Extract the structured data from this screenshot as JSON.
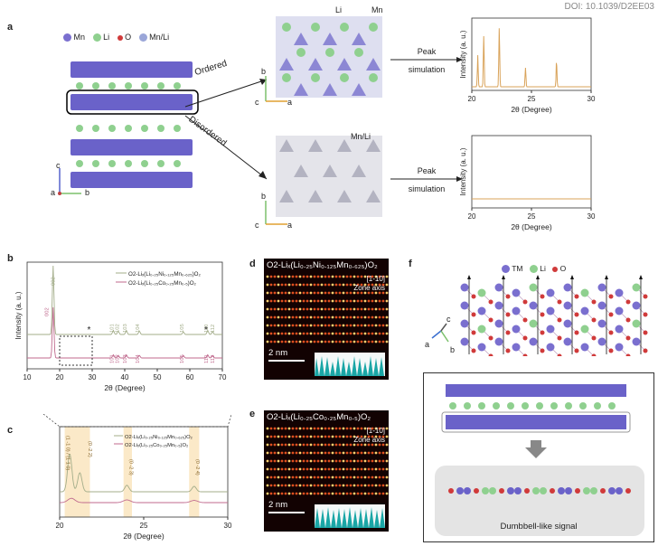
{
  "doi": "DOI: 10.1039/D2EE03",
  "panels": {
    "a": "a",
    "b": "b",
    "c": "c",
    "d": "d",
    "e": "e",
    "f": "f"
  },
  "panel_a": {
    "legend": [
      "Mn",
      "Li",
      "O",
      "Mn/Li"
    ],
    "ordered": "Ordered",
    "disordered": "Disordered",
    "peak_sim": [
      "Peak",
      "simulation"
    ],
    "struct_labels": {
      "li": "Li",
      "mn": "Mn",
      "mnli": "Mn/Li"
    },
    "axes": {
      "a": "a",
      "b": "b",
      "c": "c"
    }
  },
  "panel_d": {
    "formula": "O2-Liₓ(Li₀.₂₅Ni₀.₁₂₅Mn₀.₆₂₅)O₂",
    "zone1": "[1-10]",
    "zone2": "Zone axis",
    "scale": "2 nm"
  },
  "panel_e": {
    "formula": "O2-Liₓ(Li₀.₂₅Co₀.₂₅Mn₀.₅)O₂",
    "zone1": "[1-10]",
    "zone2": "Zone axis",
    "scale": "2 nm"
  },
  "panel_f": {
    "legend": [
      "TM",
      "Li",
      "O"
    ],
    "axes": {
      "a": "a",
      "b": "b",
      "c": "c"
    },
    "dumbbell": "Dumbbell-like signal"
  },
  "chart_data": [
    {
      "id": "a-ordered",
      "type": "line",
      "ylabel": "Intensity (a. u.)",
      "xlabel": "2θ (Degree)",
      "xlim": [
        20,
        30
      ],
      "xticks": [
        20,
        25,
        30
      ],
      "series": [
        {
          "color": "#d9a35a",
          "peaks": [
            [
              20.5,
              0.5
            ],
            [
              21.0,
              0.8
            ],
            [
              22.3,
              0.95
            ],
            [
              24.5,
              0.3
            ],
            [
              27.1,
              0.42
            ]
          ]
        }
      ]
    },
    {
      "id": "a-disordered",
      "type": "line",
      "ylabel": "Intensity (a. u.)",
      "xlabel": "2θ (Degree)",
      "xlim": [
        20,
        30
      ],
      "xticks": [
        20,
        25,
        30
      ],
      "series": [
        {
          "color": "#d9a35a",
          "peaks": []
        }
      ]
    },
    {
      "id": "b",
      "type": "line",
      "ylabel": "Intensity (a. u.)",
      "xlabel": "2θ (Degree)",
      "xlim": [
        10,
        70
      ],
      "xticks": [
        10,
        20,
        30,
        40,
        50,
        60,
        70
      ],
      "legend": [
        "O2-Liₓ(Li₀.₂₅Ni₀.₁₂₅Mn₀.₆₂₅)O₂",
        "O2-Liₓ(Li₀.₂₅Co₀.₂₅Mn₀.₅)O₂"
      ],
      "series": [
        {
          "color": "#a3ad8a",
          "peaks": [
            [
              18.0,
              1.0
            ],
            [
              36.5,
              0.06
            ],
            [
              38.0,
              0.05
            ],
            [
              40.5,
              0.06
            ],
            [
              44.5,
              0.05
            ],
            [
              58.0,
              0.04
            ],
            [
              65.5,
              0.06
            ],
            [
              67.0,
              0.04
            ]
          ]
        },
        {
          "color": "#c06a8e",
          "peaks": [
            [
              18.0,
              0.8
            ],
            [
              36.5,
              0.05
            ],
            [
              38.0,
              0.04
            ],
            [
              40.5,
              0.05
            ],
            [
              44.5,
              0.04
            ],
            [
              58.0,
              0.04
            ],
            [
              65.5,
              0.05
            ],
            [
              67.0,
              0.04
            ]
          ]
        }
      ],
      "annotations": [
        {
          "text": "002",
          "x": 18.5,
          "series": 0
        },
        {
          "text": "002",
          "x": 16.5,
          "series": 1
        },
        {
          "text": "101",
          "x": 36.5,
          "series": 0
        },
        {
          "text": "102",
          "x": 38.2,
          "series": 0
        },
        {
          "text": "103",
          "x": 40.5,
          "series": 0
        },
        {
          "text": "104",
          "x": 44.5,
          "series": 0
        },
        {
          "text": "105",
          "x": 58.0,
          "series": 0
        },
        {
          "text": "110",
          "x": 65.5,
          "series": 0
        },
        {
          "text": "112",
          "x": 67.5,
          "series": 0
        },
        {
          "text": "101",
          "x": 36.5,
          "series": 1
        },
        {
          "text": "102",
          "x": 38.2,
          "series": 1
        },
        {
          "text": "103",
          "x": 40.5,
          "series": 1
        },
        {
          "text": "104",
          "x": 44.5,
          "series": 1
        },
        {
          "text": "105",
          "x": 58.0,
          "series": 1
        },
        {
          "text": "110",
          "x": 65.5,
          "series": 1
        },
        {
          "text": "112",
          "x": 67.5,
          "series": 1
        }
      ],
      "stars": [
        29,
        65
      ]
    },
    {
      "id": "c",
      "type": "line",
      "xlabel": "2θ (Degree)",
      "xlim": [
        20,
        30
      ],
      "xticks": [
        20,
        25,
        30
      ],
      "legend": [
        "O2-Liₓ(Li₀.₂₅Ni₀.₁₂₅Mn₀.₆₂₅)O₂",
        "O2-Liₓ(Li₀.₂₅Co₀.₂₅Mn₀.₅)O₂"
      ],
      "highlights": [
        [
          20.3,
          21.8
        ],
        [
          23.8,
          24.3
        ],
        [
          27.7,
          28.3
        ]
      ],
      "annotations": [
        "(1 -1 0) / (1 1 0)",
        "(0 -2 2)",
        "(0 -2 3)",
        "(0 -2 4)"
      ]
    }
  ]
}
